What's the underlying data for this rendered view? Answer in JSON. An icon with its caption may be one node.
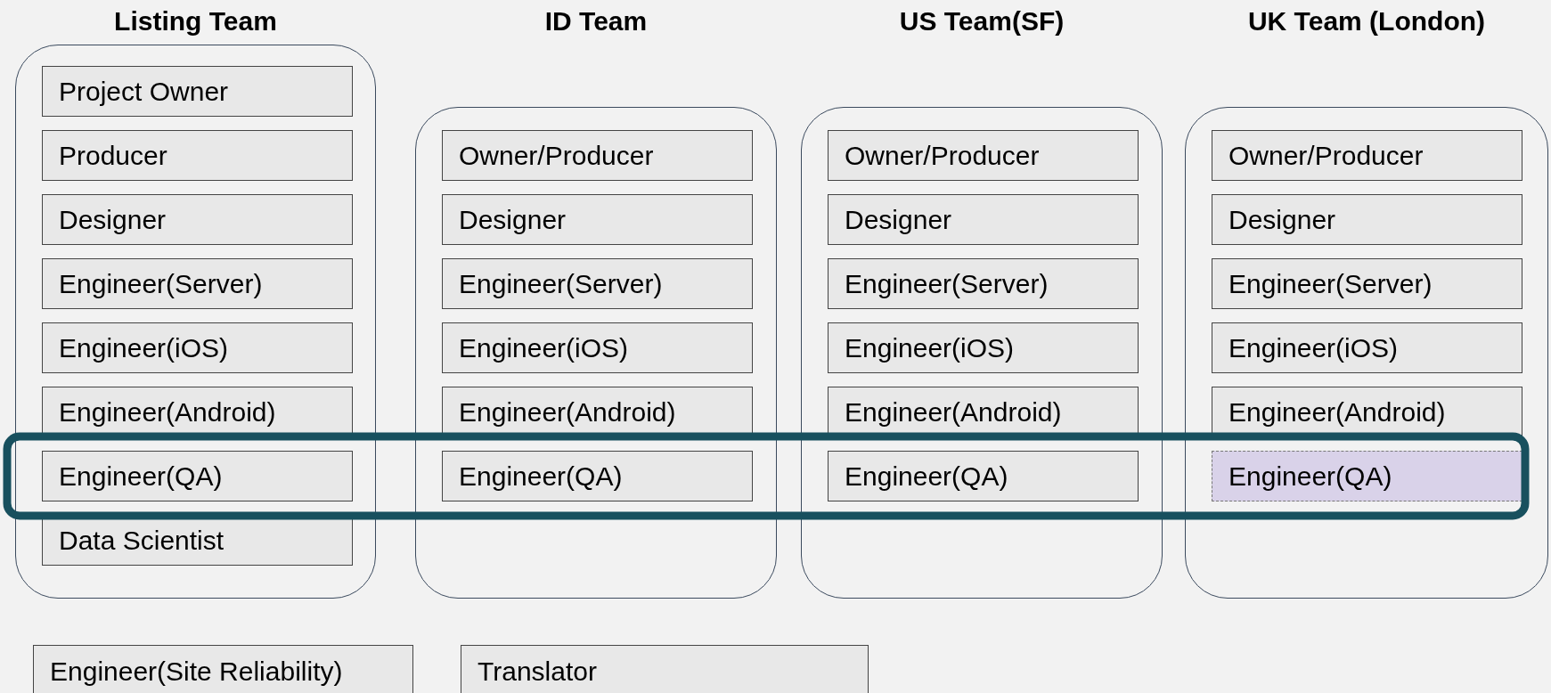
{
  "diagram": {
    "nodes": [
      {
        "text": [
          "Listing Team"
        ]
      },
      {
        "text": [
          "Project Owner"
        ],
        "in": 0
      },
      {
        "text": [
          "Producer"
        ],
        "in": 0
      },
      {
        "text": [
          "Designer"
        ],
        "in": 0
      },
      {
        "text": [
          "Engineer(Server)"
        ],
        "in": 0
      },
      {
        "text": [
          "Engineer(iOS)"
        ],
        "in": 0
      },
      {
        "text": [
          "Engineer(Android)"
        ],
        "in": 0
      },
      {
        "text": [
          "Engineer(QA)"
        ],
        "in": 0
      },
      {
        "text": [
          "Data Scientist"
        ],
        "in": 0
      },
      {
        "text": [
          "ID Team"
        ]
      },
      {
        "text": [
          "Owner/Producer"
        ],
        "in": 9
      },
      {
        "text": [
          "Designer"
        ],
        "in": 9
      },
      {
        "text": [
          "Engineer(Server)"
        ],
        "in": 9
      },
      {
        "text": [
          "Engineer(iOS)"
        ],
        "in": 9
      },
      {
        "text": [
          "Engineer(Android)"
        ],
        "in": 9
      },
      {
        "text": [
          "Engineer(QA)"
        ],
        "in": 9
      },
      {
        "text": [
          "US Team(SF)"
        ]
      },
      {
        "text": [
          "Owner/Producer"
        ],
        "in": 16
      },
      {
        "text": [
          "Designer"
        ],
        "in": 16
      },
      {
        "text": [
          "Engineer(Server)"
        ],
        "in": 16
      },
      {
        "text": [
          "Engineer(iOS)"
        ],
        "in": 16
      },
      {
        "text": [
          "Engineer(Android)"
        ],
        "in": 16
      },
      {
        "text": [
          "Engineer(QA)"
        ],
        "in": 16
      },
      {
        "text": [
          "UK Team (London)"
        ]
      },
      {
        "text": [
          "Owner/Producer"
        ],
        "in": 23
      },
      {
        "text": [
          "Designer"
        ],
        "in": 23
      },
      {
        "text": [
          "Engineer(Server)"
        ],
        "in": 23
      },
      {
        "text": [
          "Engineer(iOS)"
        ],
        "in": 23
      },
      {
        "text": [
          "Engineer(Android)"
        ],
        "in": 23
      },
      {
        "text": [
          "Engineer(QA)"
        ],
        "in": 23
      },
      {
        "text": [
          "Engineer(Site Reliability)"
        ]
      },
      {
        "text": [
          "Translator"
        ]
      }
    ],
    "edges": []
  }
}
